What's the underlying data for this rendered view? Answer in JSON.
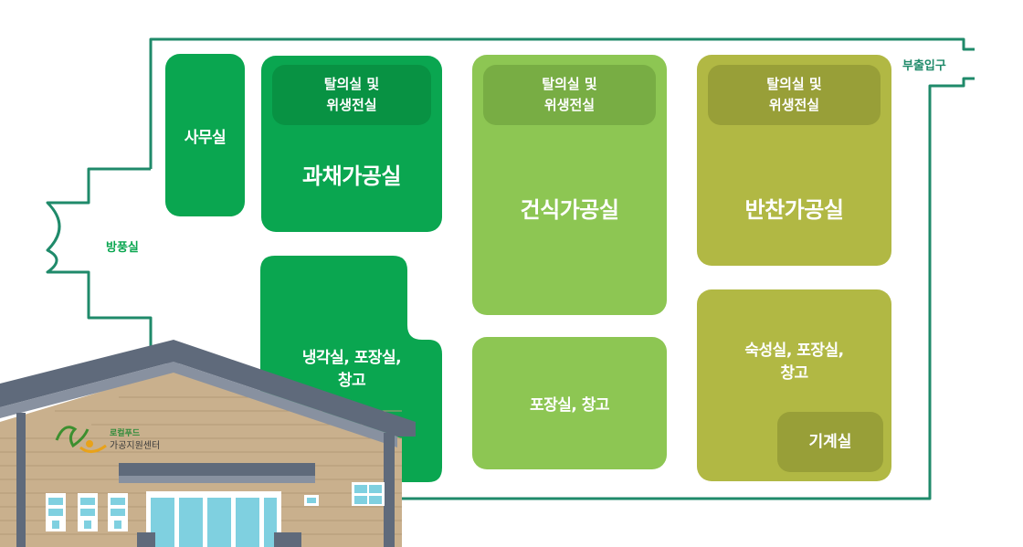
{
  "colors": {
    "outline": "#1f8a6a",
    "green_dark": "#0aa650",
    "green_dark_sub": "#089243",
    "green_light": "#8dc653",
    "green_light_sub": "#78ad44",
    "olive": "#b1b844",
    "olive_sub": "#989f38"
  },
  "labels": {
    "entrance": "부출입구",
    "windbreak": "방풍실",
    "office": "사무실",
    "changing": "탈의실 및\n위생전실",
    "fruit_veg": "과채가공실",
    "cold_pack": "냉각실, 포장실,\n창고",
    "dry": "건식가공실",
    "pack_store": "포장실, 창고",
    "side_dish": "반찬가공실",
    "aging": "숙성실, 포장실,\n창고",
    "machine": "기계실"
  },
  "building": {
    "logo_line1": "로컬푸드",
    "logo_line2": "가공지원센터"
  }
}
